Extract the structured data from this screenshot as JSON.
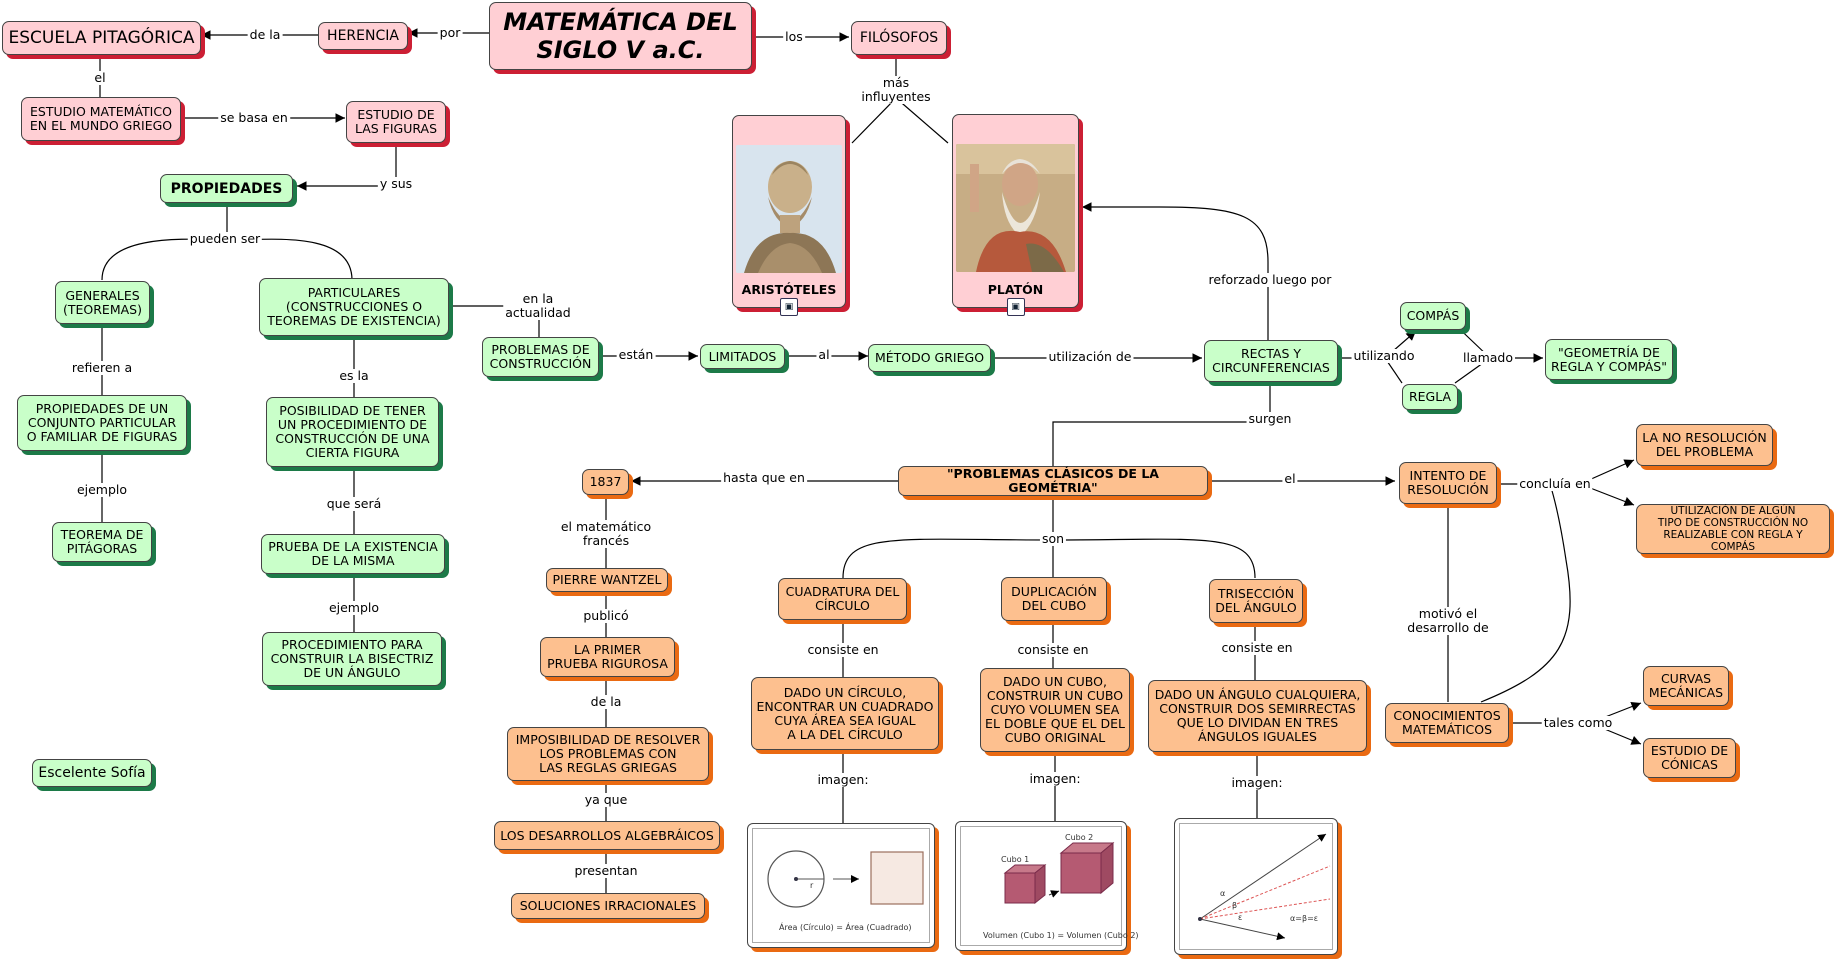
{
  "nodes": {
    "main_title": "MATEMÁTICA DEL\nSIGLO V a.C.",
    "escuela": "ESCUELA PITAGÓRICA",
    "herencia": "HERENCIA",
    "filosofos": "FILÓSOFOS",
    "estudio_mat": "ESTUDIO MATEMÁTICO\nEN EL MUNDO GRIEGO",
    "estudio_fig": "ESTUDIO DE\nLAS FIGURAS",
    "propiedades": "PROPIEDADES",
    "generales": "GENERALES\n(TEOREMAS)",
    "particulares": "PARTICULARES\n(CONSTRUCCIONES O\nTEOREMAS DE EXISTENCIA)",
    "prop_conjunto": "PROPIEDADES DE UN\nCONJUNTO PARTICULAR\nO FAMILIAR DE FIGURAS",
    "pitagoras": "TEOREMA DE\nPITÁGORAS",
    "posibilidad": "POSIBILIDAD DE TENER\nUN PROCEDIMIENTO DE\nCONSTRUCCIÓN DE UNA\nCIERTA FIGURA",
    "prueba_existencia": "PRUEBA DE LA EXISTENCIA\nDE LA MISMA",
    "bisectriz": "PROCEDIMIENTO PARA\nCONSTRUIR LA BISECTRIZ\nDE UN ÁNGULO",
    "problemas_construccion": "PROBLEMAS DE\nCONSTRUCCIÓN",
    "limitados": "LIMITADOS",
    "metodo_griego": "MÉTODO GRIEGO",
    "rectas": "RECTAS Y\nCIRCUNFERENCIAS",
    "compas": "COMPÁS",
    "regla": "REGLA",
    "geometria_rc": "\"GEOMETRÍA DE\nREGLA Y COMPÁS\"",
    "aristoteles": "ARISTÓTELES",
    "platon": "PLATÓN",
    "problemas_clasicos": "\"PROBLEMAS CLÁSICOS DE LA GEOMÉTRIA\"",
    "year_1837": "1837",
    "wantzel": "PIERRE WANTZEL",
    "primer_prueba": "LA PRIMER\nPRUEBA RIGUROSA",
    "imposibilidad": "IMPOSIBILIDAD DE RESOLVER\nLOS PROBLEMAS CON\nLAS REGLAS GRIEGAS",
    "desarrollos": "LOS DESARROLLOS ALGEBRÁICOS",
    "soluciones": "SOLUCIONES IRRACIONALES",
    "cuadratura": "CUADRATURA DEL\nCÍRCULO",
    "duplicacion": "DUPLICACIÓN\nDEL CUBO",
    "triseccion": "TRISECCIÓN\nDEL ÁNGULO",
    "dado_circulo": "DADO UN CÍRCULO,\nENCONTRAR UN CUADRADO\nCUYA ÁREA SEA IGUAL\nA LA DEL CÍRCULO",
    "dado_cubo": "DADO UN CUBO,\nCONSTRUIR UN CUBO\nCUYO VOLUMEN SEA\nEL DOBLE QUE EL DEL\nCUBO ORIGINAL",
    "dado_angulo": "DADO UN ÁNGULO CUALQUIERA,\nCONSTRUIR DOS SEMIRRECTAS\nQUE LO DIVIDAN EN TRES\nÁNGULOS IGUALES",
    "intento": "INTENTO DE\nRESOLUCIÓN",
    "no_resolucion": "LA NO RESOLUCIÓN\nDEL PROBLEMA",
    "utilizacion_algun": "UTILIZACIÓN DE ALGÚN\nTIPO DE CONSTRUCCIÓN NO\nREALIZABLE CON REGLA Y COMPÁS",
    "conocimientos": "CONOCIMIENTOS\nMATEMÁTICOS",
    "curvas": "CURVAS\nMECÁNICAS",
    "conicas": "ESTUDIO DE\nCÓNICAS",
    "escelente": "Escelente Sofía"
  },
  "links": {
    "por": "por",
    "de_la_1": "de la",
    "los": "los",
    "el_1": "el",
    "se_basa_en": "se basa en",
    "y_sus": "y sus",
    "mas_influyentes": "más\ninfluyentes",
    "pueden_ser": "pueden ser",
    "refieren_a": "refieren a",
    "ejemplo_1": "ejemplo",
    "es_la": "es la",
    "que_sera": "que será",
    "ejemplo_2": "ejemplo",
    "en_la_actualidad": "en la\nactualidad",
    "estan": "están",
    "al": "al",
    "utilizacion_de": "utilización de",
    "reforzado": "reforzado luego por",
    "utilizando": "utilizando",
    "llamado": "llamado",
    "surgen": "surgen",
    "hasta_que_en": "hasta que en",
    "el_2": "el",
    "el_matematico": "el matemático\nfrancés",
    "publico": "publicó",
    "de_la_2": "de la",
    "ya_que": "ya que",
    "presentan": "presentan",
    "son": "son",
    "consiste_1": "consiste en",
    "consiste_2": "consiste en",
    "consiste_3": "consiste en",
    "imagen_1": "imagen:",
    "imagen_2": "imagen:",
    "imagen_3": "imagen:",
    "concluia_en": "concluía en",
    "motivo": "motivó el\ndesarrollo de",
    "tales_como": "tales como"
  },
  "figures": {
    "circle_caption": "Área (Círculo) = Área (Cuadrado)",
    "circle_r": "r",
    "cube1": "Cubo 1",
    "cube2": "Cubo 2",
    "cube_caption": "Volumen (Cubo 1) = Volumen (Cubo 2)",
    "alpha": "α",
    "beta": "β",
    "epsilon": "ε",
    "angle_eq": "α=β=ε"
  },
  "icons": [
    "image-link-icon",
    "image-link-icon"
  ],
  "colors": {
    "pink": "#ffcfd4",
    "green": "#c9ffc9",
    "orange": "#fdc08f"
  }
}
